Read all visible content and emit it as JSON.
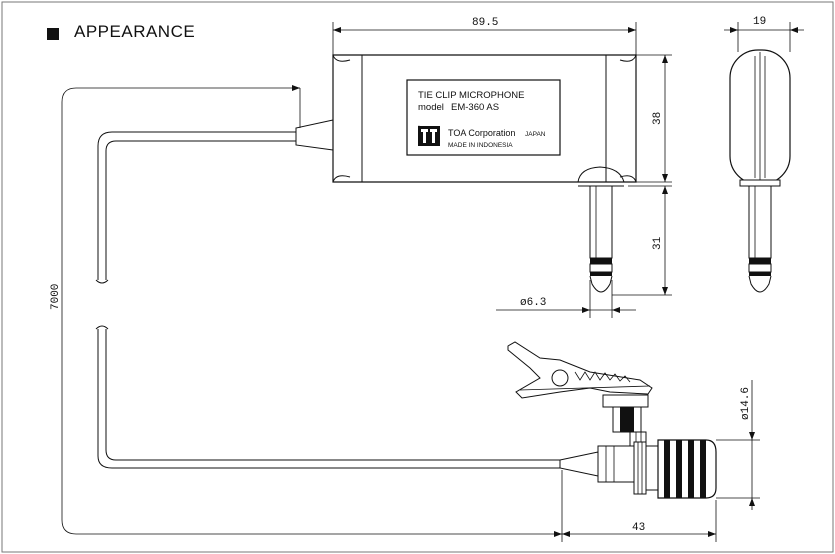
{
  "header": {
    "title": "APPEARANCE"
  },
  "label": {
    "line1": "TIE CLIP MICROPHONE",
    "model_prefix": "model",
    "model": "EM-360 AS",
    "maker": "TOA Corporation",
    "country": "JAPAN",
    "origin": "MADE IN INDONESIA",
    "logo_letters": "TOA"
  },
  "dimensions": {
    "body_width": "89.5",
    "body_height": "38",
    "plug_length": "31",
    "plug_diameter": "ø6.3",
    "side_width": "19",
    "cable_length": "7000",
    "mic_diameter": "ø14.6",
    "mic_length": "43"
  }
}
